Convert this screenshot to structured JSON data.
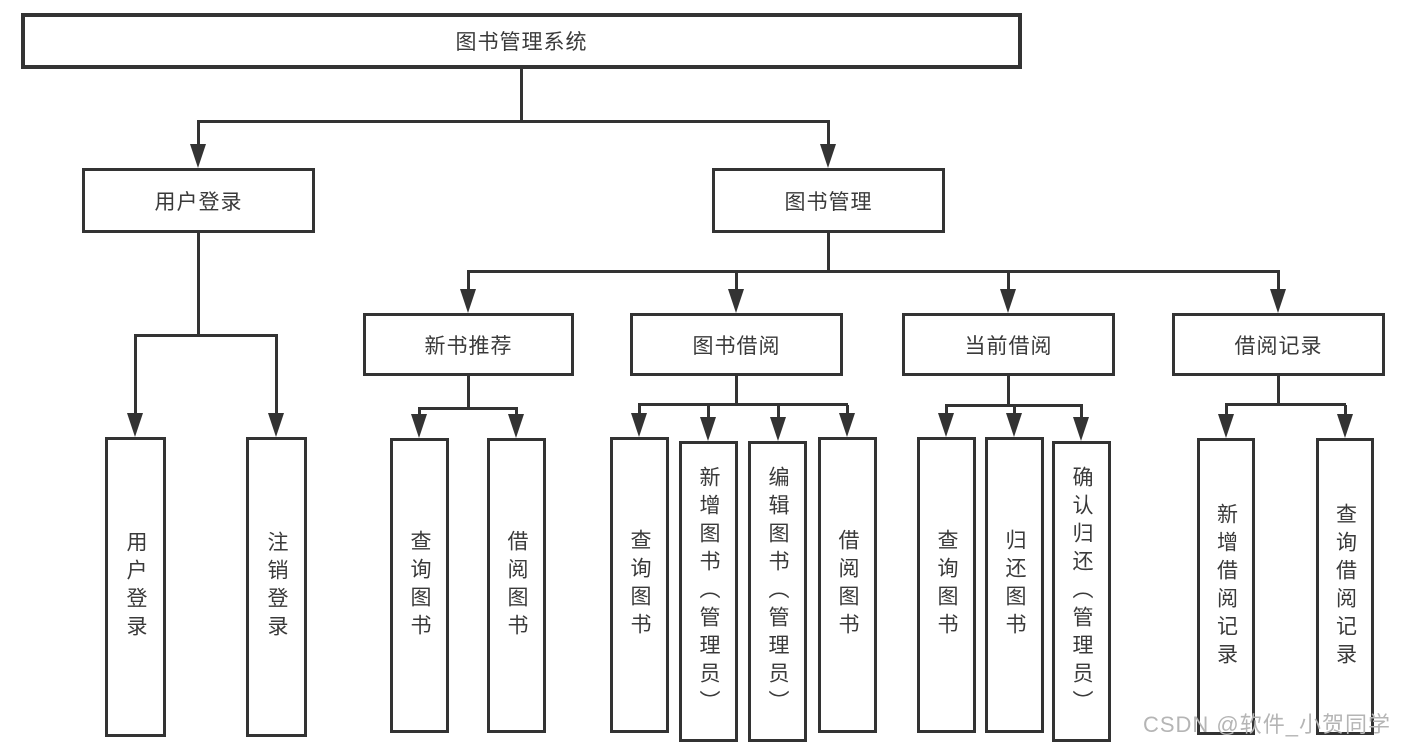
{
  "tree": {
    "root": {
      "label": "图书管理系统"
    },
    "branches": [
      {
        "label": "用户登录",
        "leaves": [
          "用户登录",
          "注销登录"
        ]
      },
      {
        "label": "图书管理",
        "groups": [
          {
            "label": "新书推荐",
            "leaves": [
              "查询图书",
              "借阅图书"
            ]
          },
          {
            "label": "图书借阅",
            "leaves": [
              "查询图书",
              "新增图书（管理员）",
              "编辑图书（管理员）",
              "借阅图书"
            ]
          },
          {
            "label": "当前借阅",
            "leaves": [
              "查询图书",
              "归还图书",
              "确认归还（管理员）"
            ]
          },
          {
            "label": "借阅记录",
            "leaves": [
              "新增借阅记录",
              "查询借阅记录"
            ]
          }
        ]
      }
    ]
  },
  "watermark": {
    "text": "CSDN @软件_小贺同学"
  },
  "colors": {
    "line": "#333333",
    "text": "#3a3a3a",
    "background": "#ffffff",
    "watermark": "#b5b5b5"
  }
}
